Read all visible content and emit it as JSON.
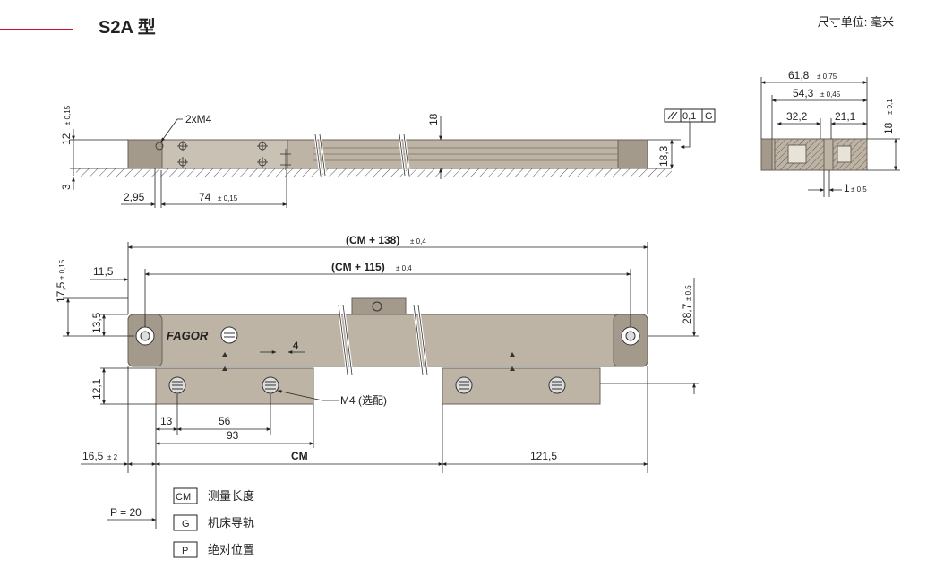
{
  "header": {
    "title": "S2A 型",
    "unit_label": "尺寸单位: 毫米",
    "accent_color": "#c8102e"
  },
  "side_view": {
    "hole_label": "2xM4",
    "dim_top_12": "12",
    "dim_top_12_tol": "± 0,15",
    "dim_3": "3",
    "dim_2_95": "2,95",
    "dim_74": "74",
    "dim_74_tol": "± 0,15",
    "dim_18": "18",
    "dim_18_3": "18,3",
    "flatness_value": "0,1",
    "flatness_ref": "G"
  },
  "section_view": {
    "dim_61_8": "61,8",
    "dim_61_8_tol": "± 0,75",
    "dim_54_3": "54,3",
    "dim_54_3_tol": "± 0,45",
    "dim_32_2": "32,2",
    "dim_21_1": "21,1",
    "dim_18": "18",
    "dim_18_tol": "± 0,1",
    "dim_1": "1",
    "dim_1_tol": "± 0,5"
  },
  "front_view": {
    "dim_cm138": "(CM + 138)",
    "dim_cm138_tol": "± 0,4",
    "dim_cm115": "(CM + 115)",
    "dim_cm115_tol": "± 0,4",
    "dim_11_5": "11,5",
    "dim_17_5": "17,5",
    "dim_17_5_tol": "± 0,15",
    "dim_13_5": "13,5",
    "dim_28_7": "28,7",
    "dim_28_7_tol": "± 0,5",
    "dim_4": "4",
    "dim_12_1": "12,1",
    "brand": "FAGOR",
    "m4_label": "M4 (选配)",
    "dim_13": "13",
    "dim_56": "56",
    "dim_93": "93",
    "dim_16_5": "16,5",
    "dim_16_5_tol": "± 2",
    "dim_cm": "CM",
    "dim_121_5": "121,5",
    "p_label": "P = 20"
  },
  "legend": [
    {
      "code": "CM",
      "text": "测量长度"
    },
    {
      "code": "G",
      "text": "机床导轨"
    },
    {
      "code": "P",
      "text": "绝对位置"
    }
  ]
}
